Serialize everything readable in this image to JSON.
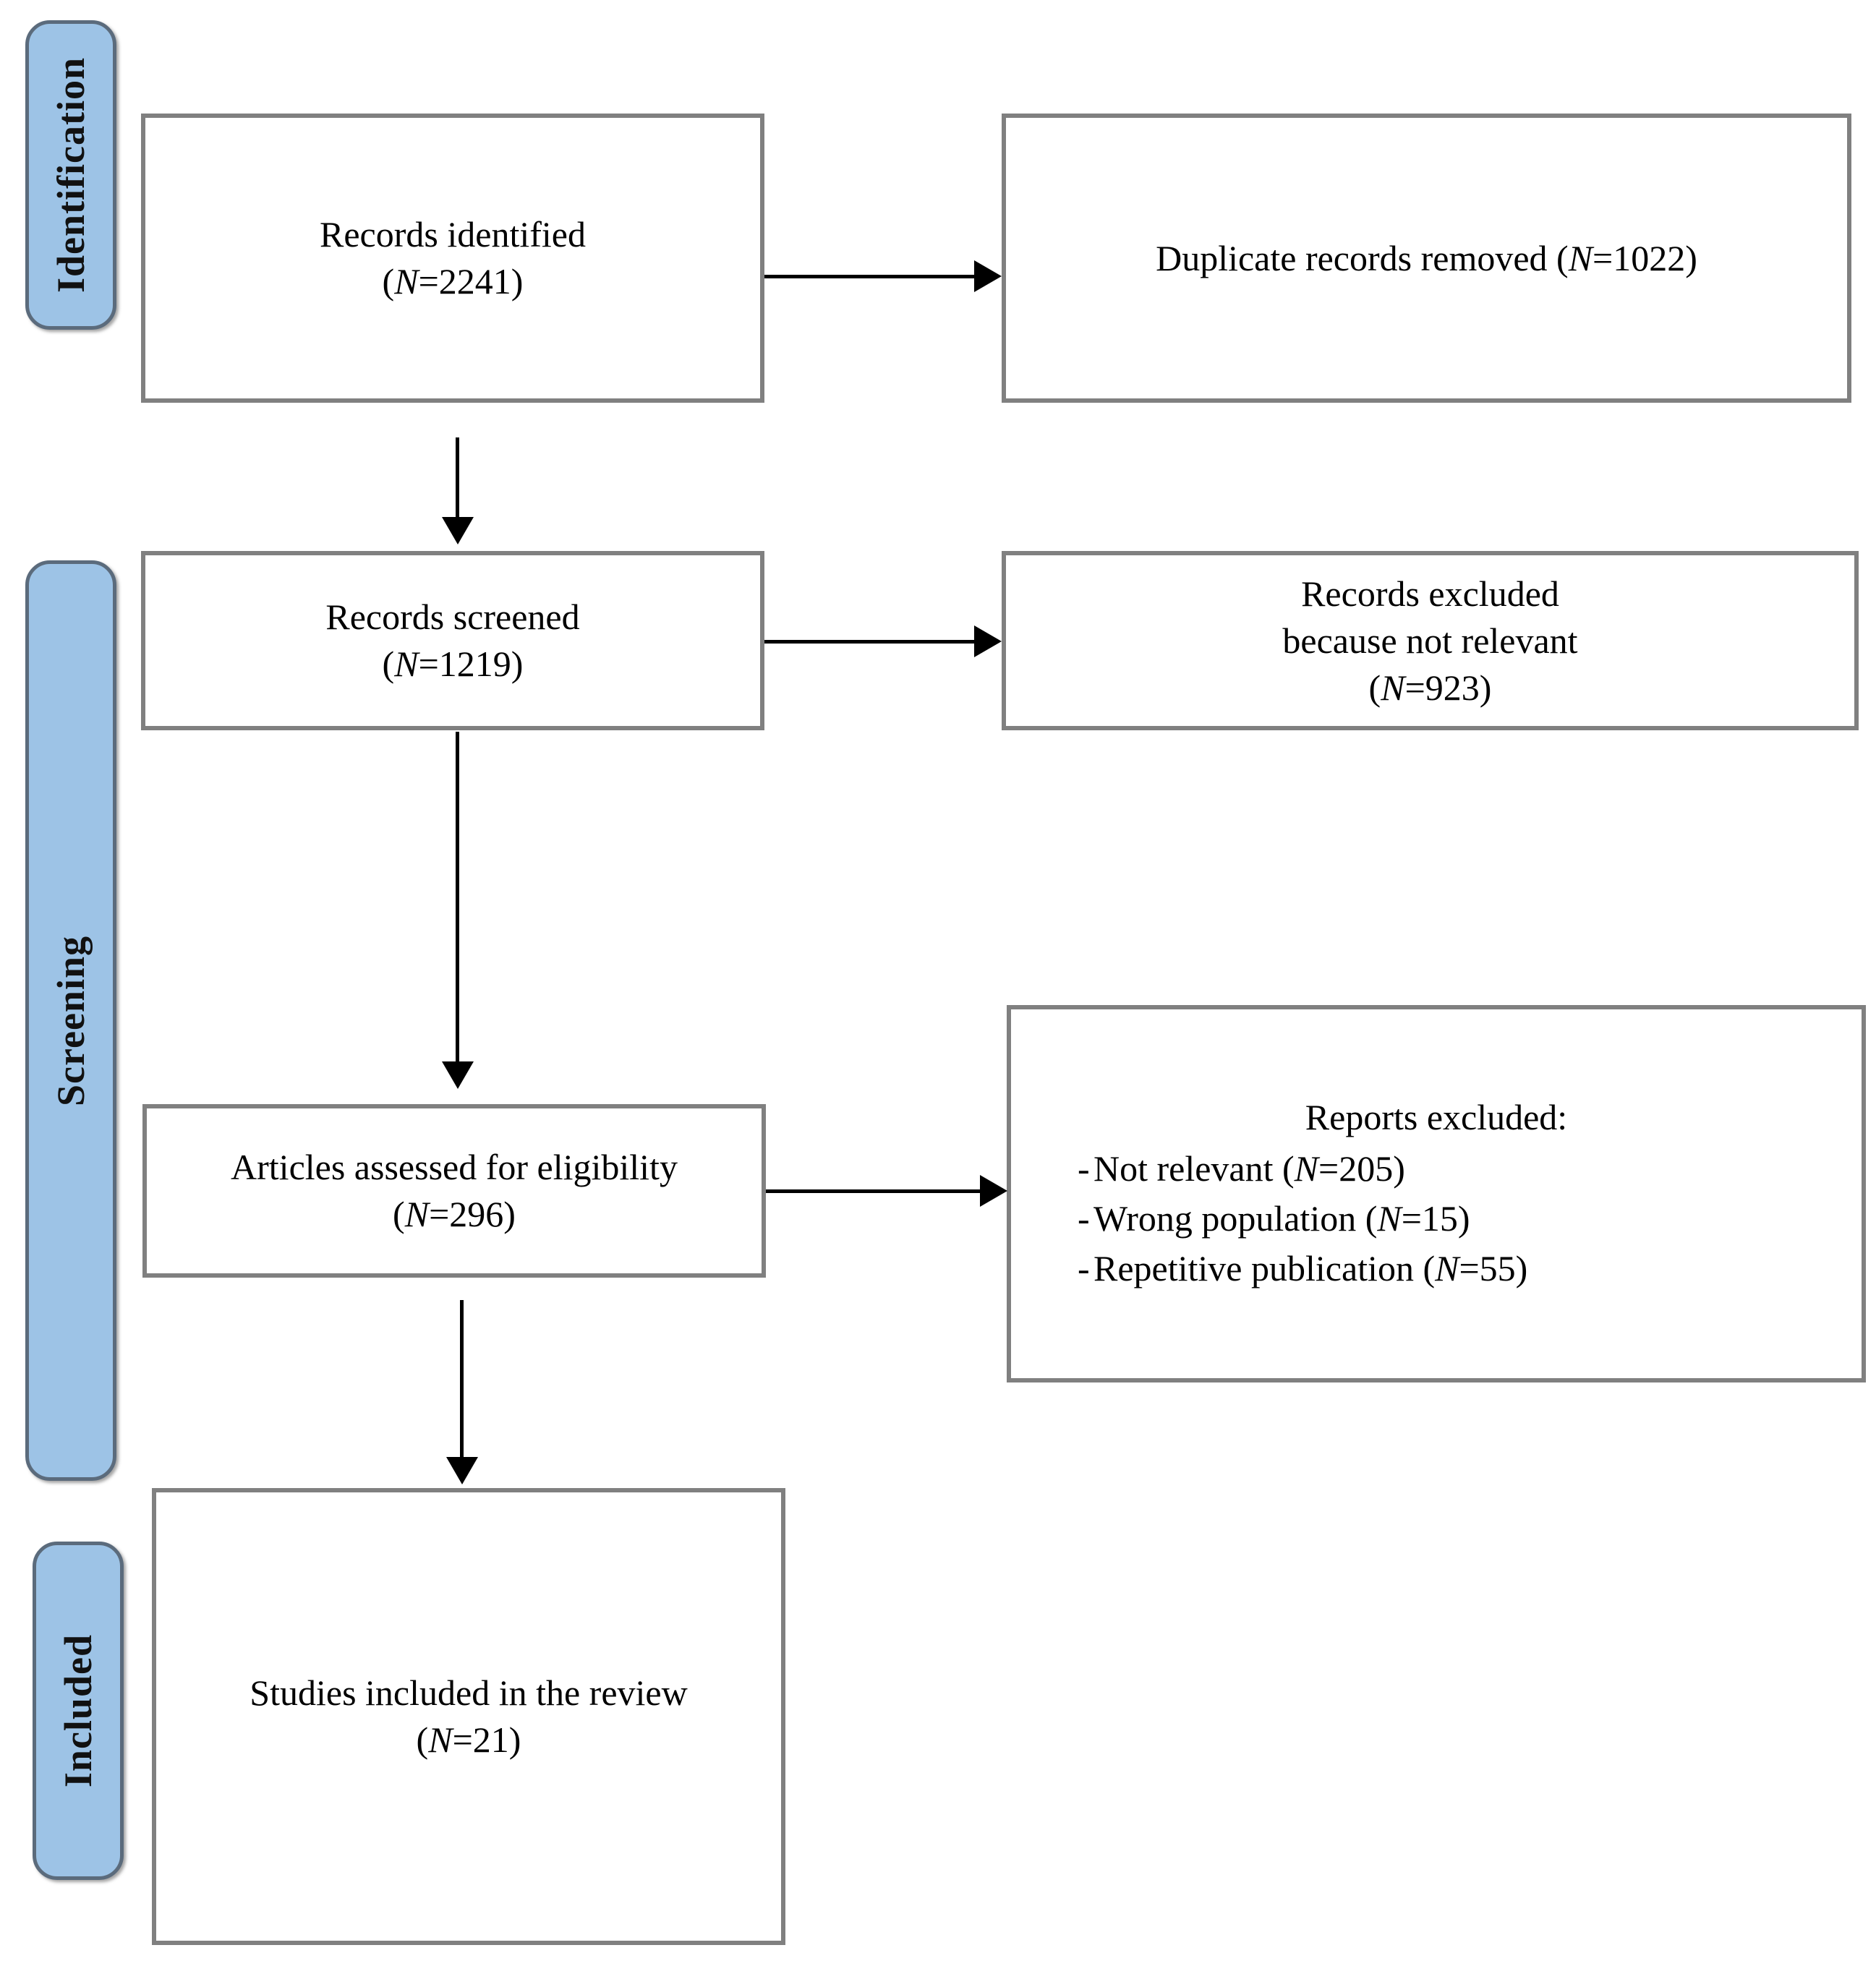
{
  "diagram": {
    "type": "prisma-flow-diagram",
    "stages": [
      {
        "id": "identification",
        "label": "Identification"
      },
      {
        "id": "screening",
        "label": "Screening"
      },
      {
        "id": "included",
        "label": "Included"
      }
    ],
    "boxes": {
      "records_identified": {
        "line1": "Records identified",
        "line2_prefix": "(",
        "line2_n": "N",
        "line2_suffix": "=2241)"
      },
      "duplicates_removed": {
        "line1_prefix": "Duplicate records removed  (",
        "line1_n": "N",
        "line1_suffix": "=1022)"
      },
      "records_screened": {
        "line1": "Records screened",
        "line2_prefix": "(",
        "line2_n": "N",
        "line2_suffix": "=1219)"
      },
      "records_excluded": {
        "line1": "Records excluded",
        "line2": "because not relevant",
        "line3_prefix": "(",
        "line3_n": "N",
        "line3_suffix": "=923)"
      },
      "articles_assessed": {
        "line1": "Articles assessed for eligibility",
        "line2_prefix": "(",
        "line2_n": "N",
        "line2_suffix": "=296)"
      },
      "reports_excluded": {
        "title": "Reports excluded:",
        "bullet_marker": "-",
        "items": [
          {
            "text_prefix": "Not relevant (",
            "n": "N",
            "text_suffix": "=205)"
          },
          {
            "text_prefix": "Wrong population (",
            "n": "N",
            "text_suffix": "=15)"
          },
          {
            "text_prefix": "Repetitive publication (",
            "n": "N",
            "text_suffix": "=55)"
          }
        ]
      },
      "studies_included": {
        "line1": "Studies included in the review",
        "line2_prefix": "(",
        "line2_n": "N",
        "line2_suffix": "=21)"
      }
    },
    "counts": {
      "records_identified": 2241,
      "duplicate_records_removed": 1022,
      "records_screened": 1219,
      "records_excluded_not_relevant": 923,
      "articles_assessed_for_eligibility": 296,
      "reports_excluded_not_relevant": 205,
      "reports_excluded_wrong_population": 15,
      "reports_excluded_repetitive_publication": 55,
      "studies_included_in_review": 21
    },
    "colors": {
      "stage_pill_fill": "#9DC3E6",
      "stage_pill_border": "#5B6B7C",
      "box_border": "#808080",
      "box_fill": "#FFFFFF",
      "connector": "#000000",
      "text": "#000000"
    }
  }
}
